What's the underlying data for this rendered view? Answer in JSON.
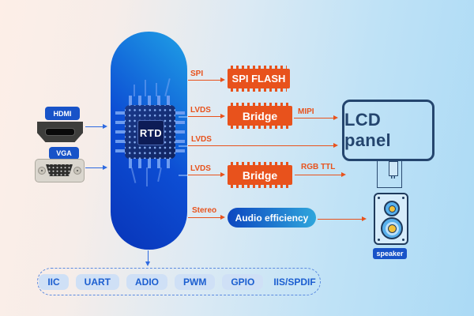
{
  "chip": {
    "label": "RTD"
  },
  "inputs": {
    "hdmi": {
      "label": "HDMI"
    },
    "vga": {
      "label": "VGA"
    }
  },
  "buses": {
    "spi": "SPI",
    "lvds1": "LVDS",
    "lvds2": "LVDS",
    "lvds3": "LVDS",
    "stereo": "Stereo",
    "mipi": "MIPI",
    "rgb_ttl": "RGB TTL"
  },
  "modules": {
    "spi_flash": "SPI FLASH",
    "bridge1": "Bridge",
    "bridge2": "Bridge",
    "audio": "Audio efficiency"
  },
  "outputs": {
    "lcd": "LCD panel",
    "speaker": "speaker"
  },
  "peripherals": {
    "items": [
      "IIC",
      "UART",
      "ADIO",
      "PWM",
      "GPIO",
      "IIS/SPDIF"
    ]
  },
  "colors": {
    "accent_orange": "#e8521c",
    "brand_blue": "#1853c8",
    "navy": "#24456e",
    "capsule_light": "#1fa0e6",
    "capsule_dark": "#0834b8"
  }
}
